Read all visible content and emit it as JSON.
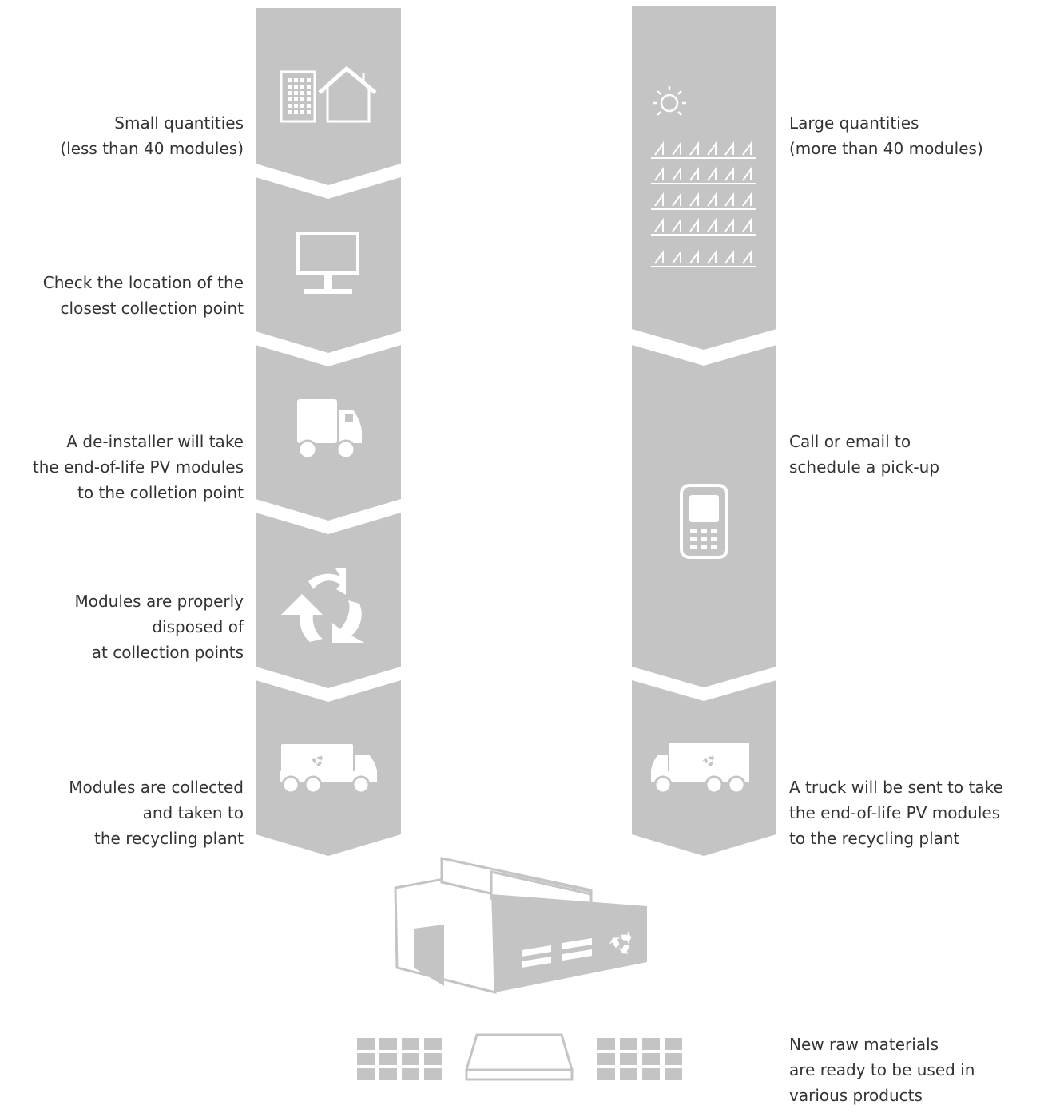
{
  "colors": {
    "band": "#c4c4c4",
    "icon": "#ffffff",
    "text": "#333333",
    "background": "#ffffff"
  },
  "left_flow": {
    "steps": [
      {
        "icon": "building-house-icon",
        "lines": [
          "Small quantities",
          "(less than 40 modules)"
        ]
      },
      {
        "icon": "monitor-icon",
        "lines": [
          "Check the location of the",
          "closest collection point"
        ]
      },
      {
        "icon": "van-icon",
        "lines": [
          "A de-installer will take",
          "the end-of-life PV modules",
          "to the colletion point"
        ]
      },
      {
        "icon": "recycle-icon",
        "lines": [
          "Modules are properly",
          "disposed of",
          "at collection points"
        ]
      },
      {
        "icon": "recycling-truck-icon",
        "lines": [
          "Modules are collected",
          "and taken to",
          "the recycling plant"
        ]
      }
    ]
  },
  "right_flow": {
    "steps": [
      {
        "icon": "solar-farm-icon",
        "lines": [
          "Large quantities",
          "(more than 40 modules)"
        ]
      },
      {
        "icon": "mobile-phone-icon",
        "lines": [
          "Call or email to",
          "schedule a pick-up"
        ]
      },
      {
        "icon": "recycling-truck-icon",
        "lines": [
          "A truck will be sent to take",
          "the end-of-life PV modules",
          "to the recycling plant"
        ]
      }
    ]
  },
  "recycling_plant": {
    "icon": "recycling-plant-icon"
  },
  "final_step": {
    "icon": "raw-materials-icon",
    "lines": [
      "New raw materials",
      "are ready to be used in",
      "various products"
    ]
  }
}
